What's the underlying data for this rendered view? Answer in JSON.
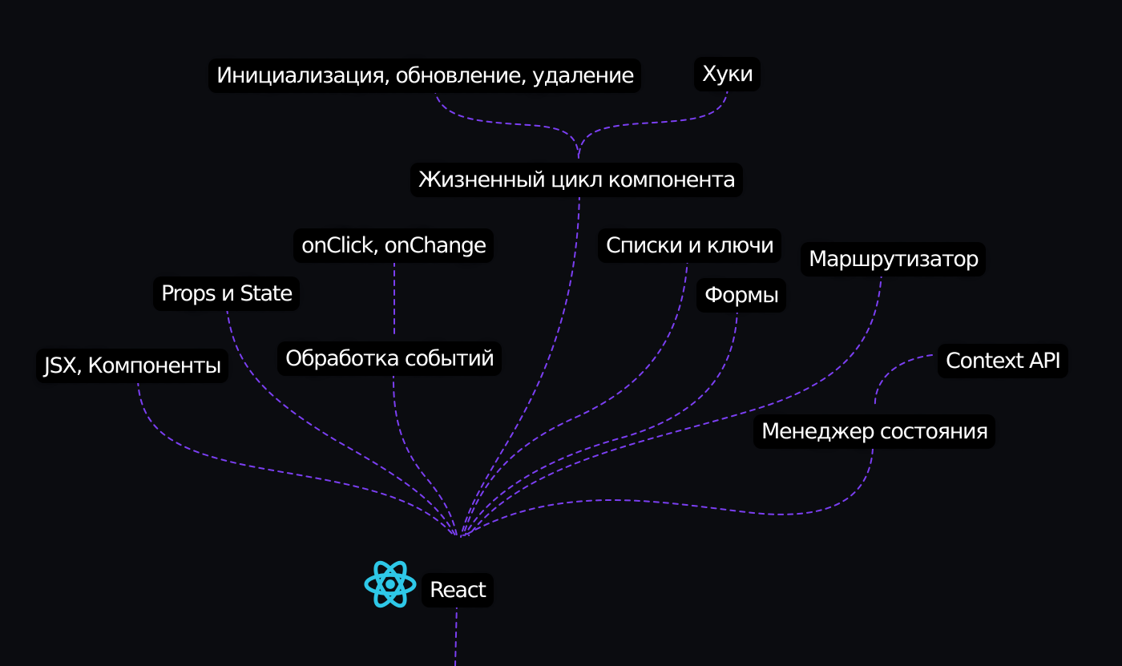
{
  "diagram": {
    "root": {
      "label": "React",
      "icon": "react-atom-icon",
      "icon_color": "#2ec8e8"
    },
    "edge_color": "#7b3ff2",
    "nodes": {
      "init_update_remove": "Инициализация,  обновление, удаление",
      "hooks": "Хуки",
      "lifecycle": "Жизненный цикл компонента",
      "onclick_onchange": "onClick, onChange",
      "lists_keys": "Списки и ключи",
      "router": "Маршрутизатор",
      "props_state": "Props и State",
      "forms": "Формы",
      "event_handling": "Обработка событий",
      "context_api": "Context API",
      "jsx_components": "JSX, Компоненты",
      "state_manager": "Менеджер состояния"
    }
  }
}
